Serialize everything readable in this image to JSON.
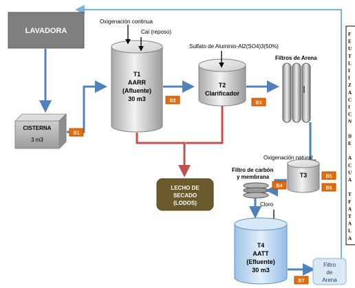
{
  "colors": {
    "flow_blue": "#4f81bd",
    "sludge_red": "#c0504d",
    "top_line": "#7fb2d2",
    "badge_orange": "#e46c0a",
    "lodos_fill": "#6b5a2c"
  },
  "icons": [
    "arrow-down-icon",
    "arrow-right-icon"
  ],
  "lavadora": "LAVADORA",
  "cisterna": {
    "title": "CISTERNA",
    "volume": "3 m3"
  },
  "labels": {
    "oxigenacion_continua": "Oxigenación continua",
    "cal": "Cal (reposo)",
    "sulfato": "Sulfato de Aluminio-Al2(SO4)3(50%)",
    "filtros_arena": "Filtros de Arena",
    "oxigenacion_natural": "Oxigenación natural",
    "filtro_carbon_1": "Filtro de carbón",
    "filtro_carbon_2": "y membrana",
    "cloro": "Cloro"
  },
  "t1": {
    "line1": "T1",
    "line2": "AARR",
    "line3": "(Afluente)",
    "line4": "30 m3"
  },
  "t2": {
    "line1": "T2",
    "line2": "Clarificador"
  },
  "t3": {
    "line1": "T3"
  },
  "t4": {
    "line1": "T4",
    "line2": "AATT",
    "line3": "(Efluente)",
    "line4": "30 m3"
  },
  "lecho": {
    "line1": "LECHO DE",
    "line2": "SECADO",
    "line3": "(LODOS)"
  },
  "filtro_arena_final": {
    "line1": "Filtro",
    "line2": "de",
    "line3": "Arena"
  },
  "badges": [
    "B1",
    "B2",
    "B3",
    "B4",
    "B5",
    "B6",
    "B7"
  ],
  "side_panel_letters": [
    "F",
    "E",
    "U",
    "T",
    "L",
    "I",
    "I",
    "Z",
    "A",
    "C",
    "I",
    "C",
    "N",
    "",
    "D",
    "E",
    "",
    "A",
    "C",
    "U",
    "A",
    "",
    "T",
    "F",
    "A",
    "T",
    "A",
    "L",
    "A"
  ]
}
